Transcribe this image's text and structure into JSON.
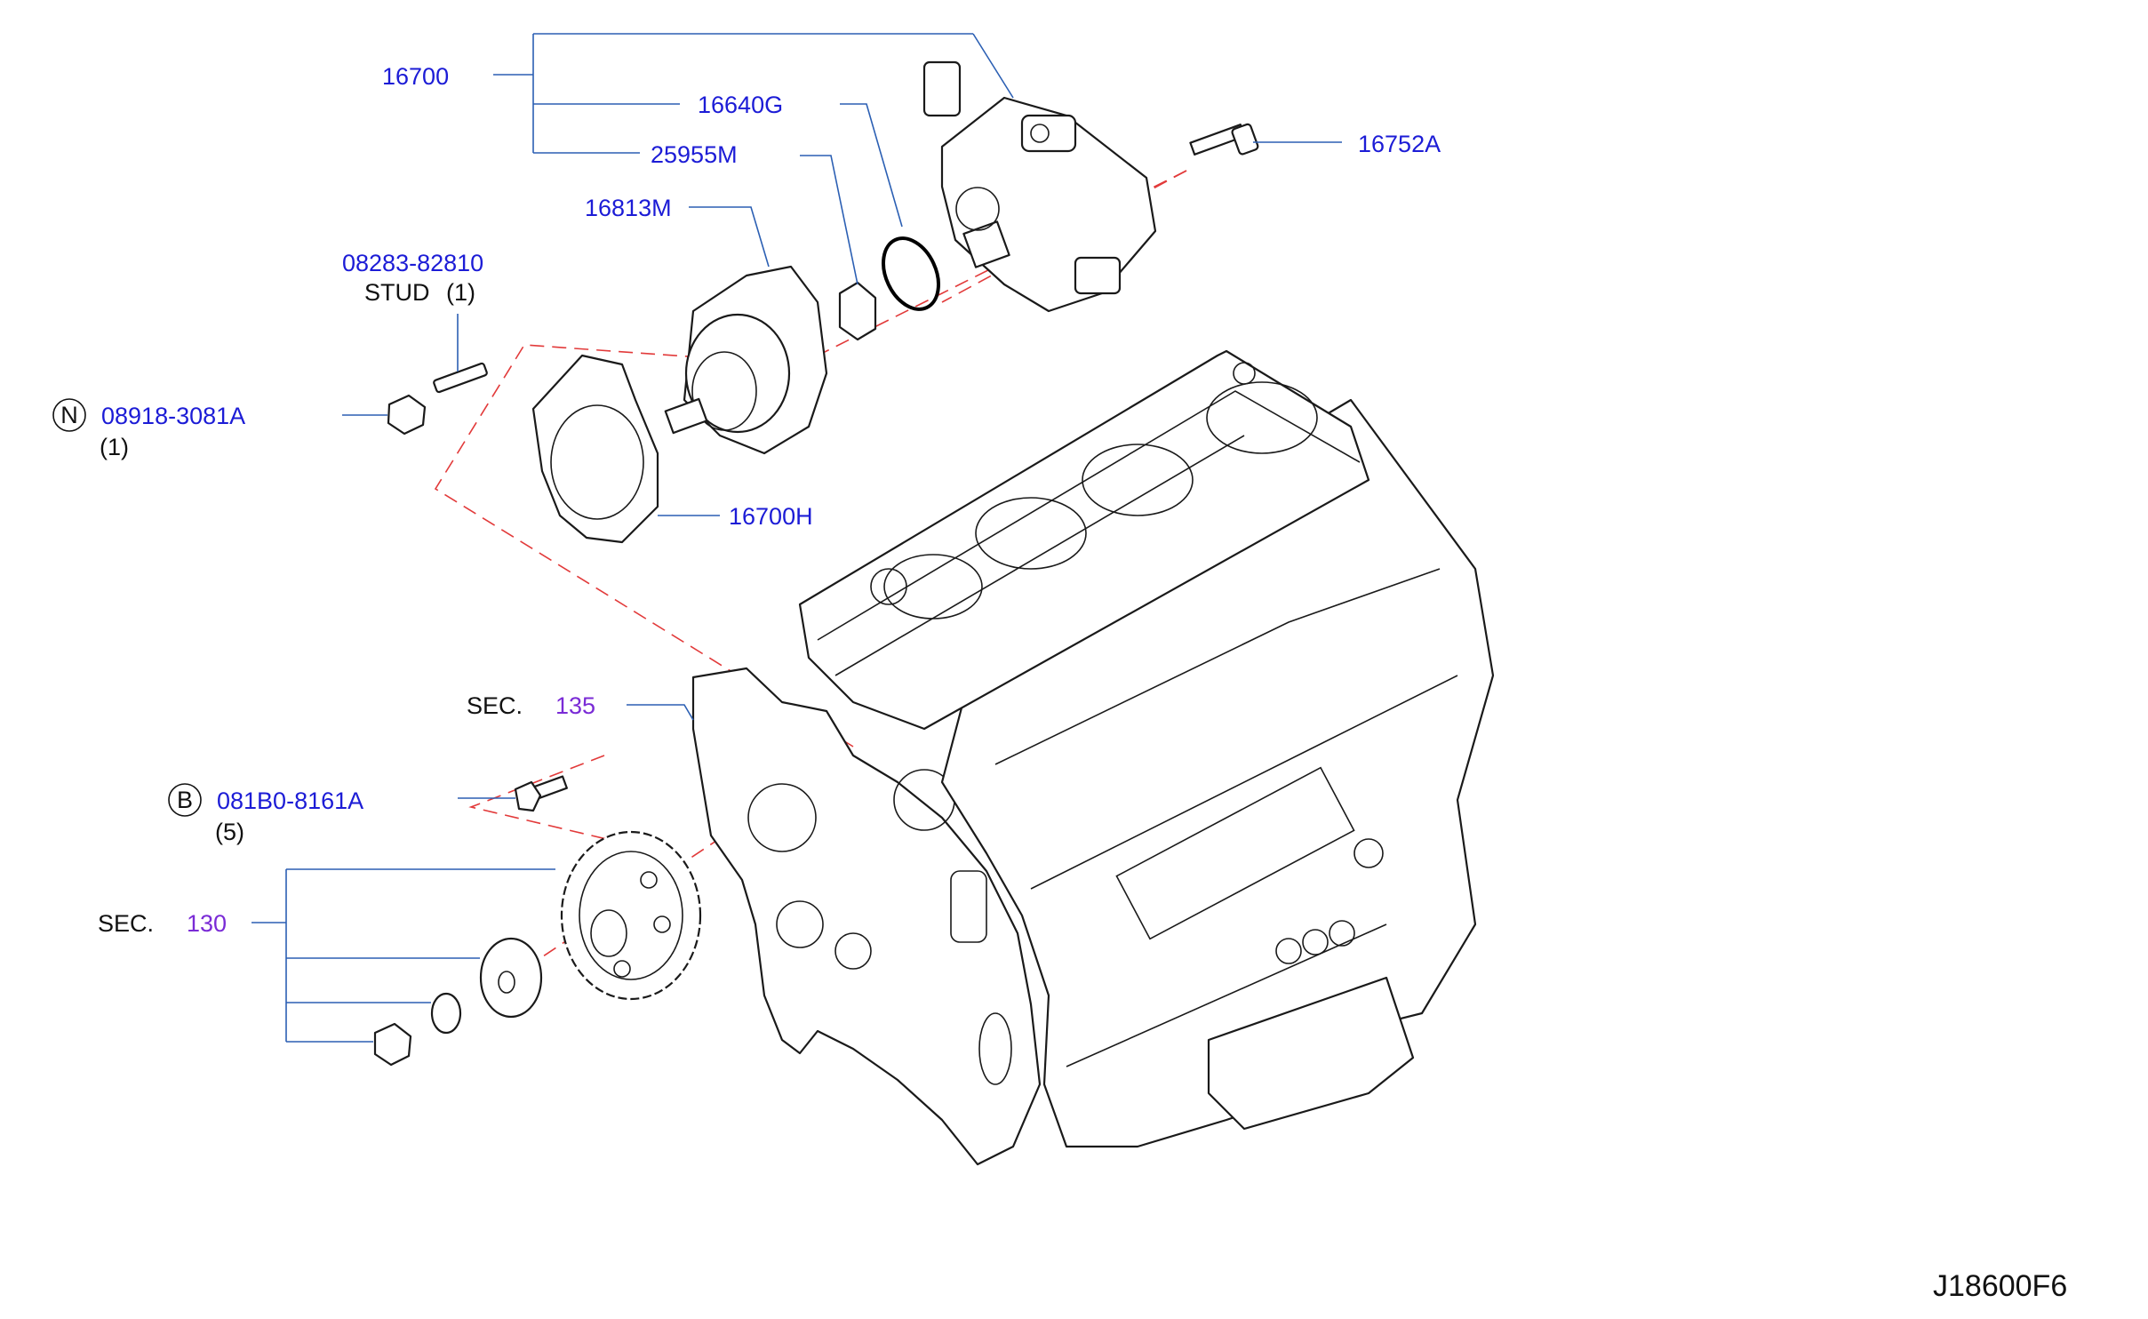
{
  "diagram_code": "J18600F6",
  "colors": {
    "part_number": "#1c1cd6",
    "section": "#7a2bd6",
    "text": "#111111",
    "leader": "#2b5fb3",
    "axis_dash": "#e23a3a"
  },
  "callouts": {
    "pump_assembly": "16700",
    "o_ring": "16640G",
    "coupling": "25955M",
    "gear_housing": "16813M",
    "stud_part": "08283-82810",
    "stud_desc": "STUD",
    "stud_qty": "(1)",
    "nut_prefix": "N",
    "nut_part": "08918-3081A",
    "nut_qty": "(1)",
    "gasket": "16700H",
    "pump_bolt": "16752A",
    "bolt_prefix": "B",
    "bolt_part": "081B0-8161A",
    "bolt_qty": "(5)"
  },
  "sections": {
    "front_cover_label": "SEC.",
    "front_cover_num": "135",
    "gear_group_label": "SEC.",
    "gear_group_num": "130"
  }
}
